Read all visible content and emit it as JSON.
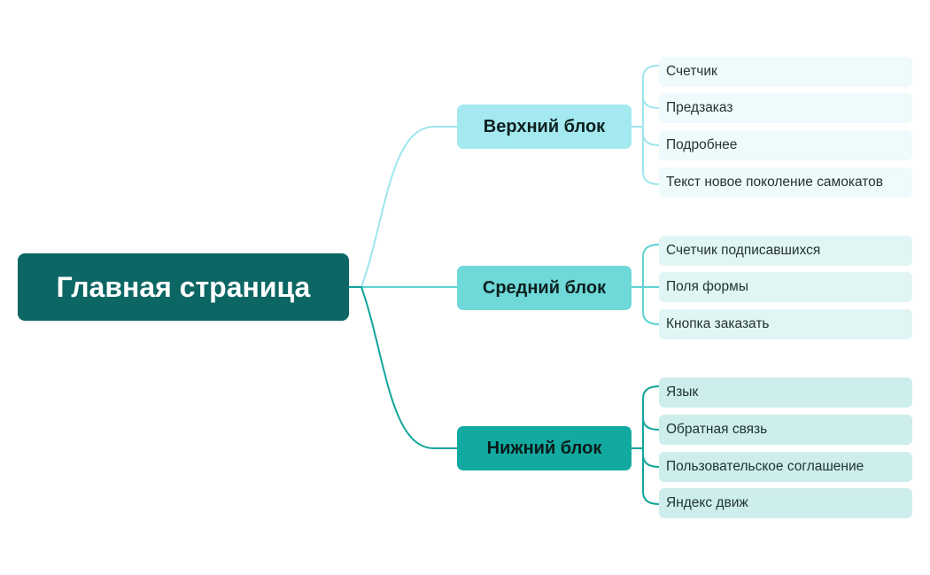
{
  "diagram": {
    "root": {
      "label": "Главная страница"
    },
    "branches": [
      {
        "label": "Верхний блок",
        "items": [
          "Счетчик",
          "Предзаказ",
          "Подробнее",
          "Текст новое поколение самокатов"
        ]
      },
      {
        "label": "Средний блок",
        "items": [
          "Счетчик подписавшихся",
          "Поля формы",
          "Кнопка заказать"
        ]
      },
      {
        "label": "Нижний блок",
        "items": [
          "Язык",
          "Обратная связь",
          "Пользовательское соглашение",
          "Яндекс движ"
        ]
      }
    ]
  },
  "colors": {
    "root_bg": "#0b6664",
    "branch1": "#a3e9ef",
    "branch2": "#6fd8d8",
    "branch3": "#12aaa0",
    "link1": "#9ee6ec",
    "link2": "#5fd2d2",
    "link3": "#12a59c"
  }
}
